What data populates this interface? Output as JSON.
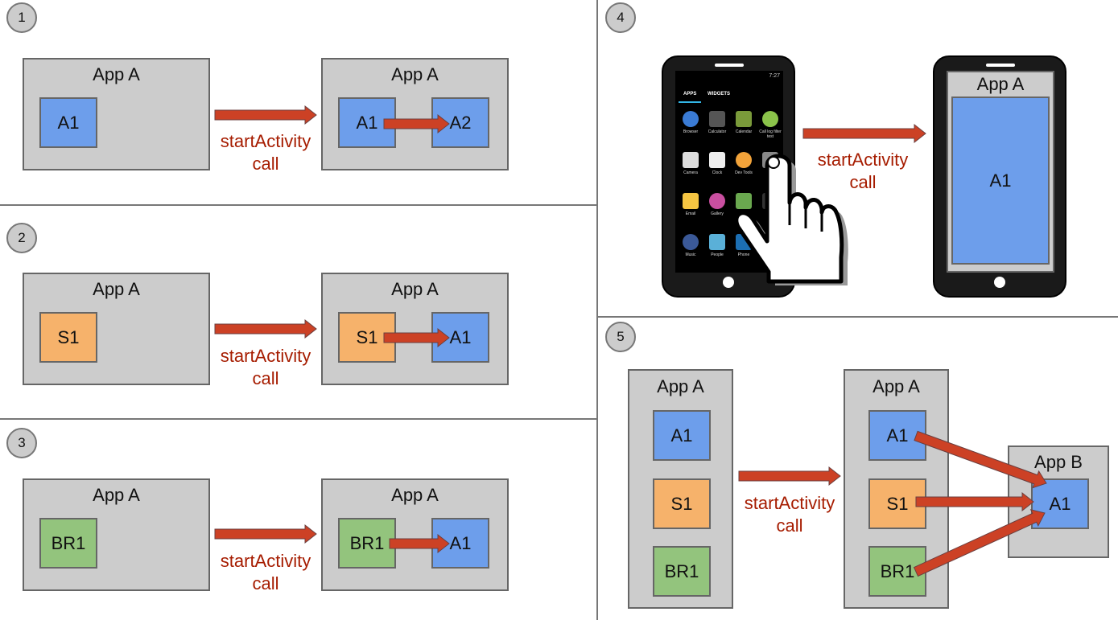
{
  "panels": {
    "p1": {
      "number": "1",
      "left_app": {
        "title": "App A",
        "comp": "A1"
      },
      "right_app": {
        "title": "App A",
        "comp_from": "A1",
        "comp_to": "A2"
      },
      "caption_line1": "startActivity",
      "caption_line2": "call"
    },
    "p2": {
      "number": "2",
      "left_app": {
        "title": "App A",
        "comp": "S1"
      },
      "right_app": {
        "title": "App A",
        "comp_from": "S1",
        "comp_to": "A1"
      },
      "caption_line1": "startActivity",
      "caption_line2": "call"
    },
    "p3": {
      "number": "3",
      "left_app": {
        "title": "App A",
        "comp": "BR1"
      },
      "right_app": {
        "title": "App A",
        "comp_from": "BR1",
        "comp_to": "A1"
      },
      "caption_line1": "startActivity",
      "caption_line2": "call"
    },
    "p4": {
      "number": "4",
      "phone_time": "7:27",
      "launcher_tabs": [
        "APPS",
        "WIDGETS"
      ],
      "launcher_apps": [
        "Browser",
        "Calculator",
        "Calendar",
        "Call log filter test",
        "Camera",
        "Clock",
        "Dev Tools",
        "",
        "Email",
        "Gallery",
        "",
        "",
        "Music",
        "People",
        "Phone",
        ""
      ],
      "right_phone": {
        "title": "App A",
        "comp": "A1"
      },
      "caption_line1": "startActivity",
      "caption_line2": "call"
    },
    "p5": {
      "number": "5",
      "left_app": {
        "title": "App A",
        "comps": [
          "A1",
          "S1",
          "BR1"
        ]
      },
      "mid_app": {
        "title": "App A",
        "comps": [
          "A1",
          "S1",
          "BR1"
        ]
      },
      "target_app": {
        "title": "App B",
        "comp": "A1"
      },
      "caption_line1": "startActivity",
      "caption_line2": "call"
    }
  },
  "colors": {
    "arrow": "#cc4125",
    "caption": "#a61c00",
    "activity": "#6d9eeb",
    "service": "#f6b26b",
    "receiver": "#93c47d",
    "app_box": "#cccccc"
  }
}
